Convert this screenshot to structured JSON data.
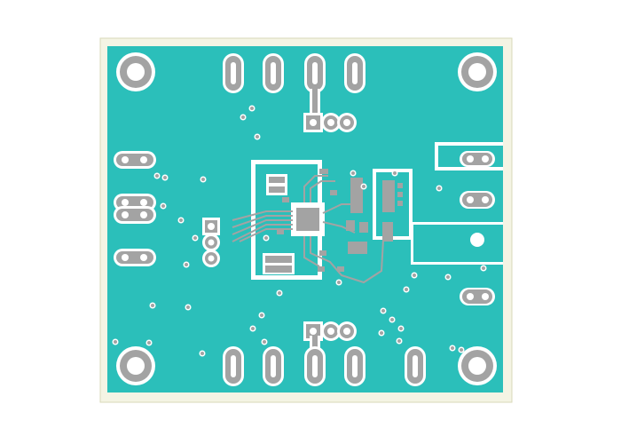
{
  "diagram": {
    "kind": "pcb-top-layer",
    "colors": {
      "page_background": "#ffffff",
      "board_outline": "#d9d9b8",
      "board_edge": "#f4f4e4",
      "copper_pour": "#2bbfba",
      "isolation_gap": "#ffffff",
      "pad": "#a3a3a3",
      "hole": "#ffffff",
      "trace": "#a3a3a3"
    },
    "components": [
      "mounting-hole-top-left",
      "mounting-hole-top-right",
      "mounting-hole-bottom-left",
      "mounting-hole-bottom-right",
      "top-connector-slots",
      "top-3-pin-header",
      "left-2-pin-headers",
      "left-vertical-3-pin-header",
      "qfn-ic",
      "passive-components",
      "right-connector-block",
      "bottom-3-pin-header",
      "bottom-connector-slots"
    ]
  }
}
